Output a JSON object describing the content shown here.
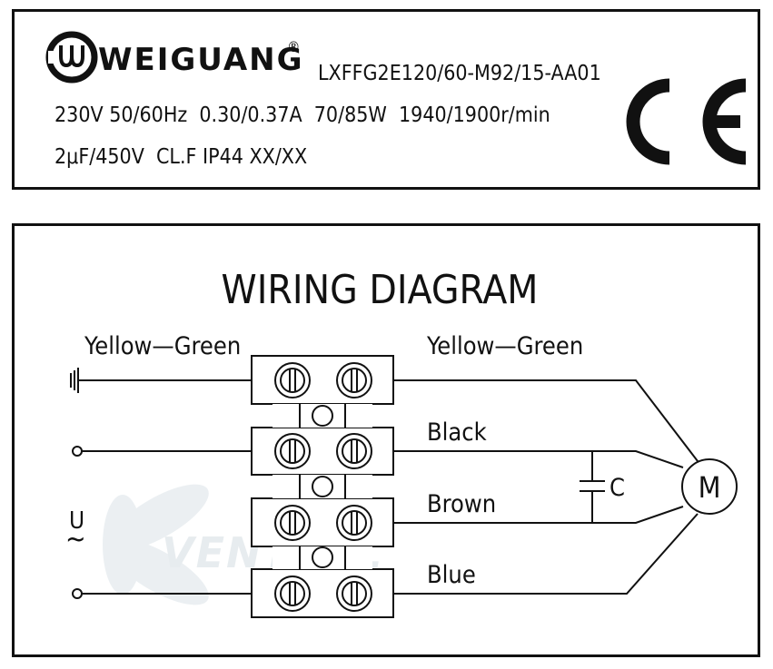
{
  "label": {
    "brand": "WEIGUANG",
    "registered_mark": "®",
    "model": "LXFFG2E120/60-M92/15-AA01",
    "spec_line_1": "230V 50/60Hz  0.30/0.37A  70/85W  1940/1900r/min",
    "spec_line_2": "2μF/450V  CL.F IP44 XX/XX",
    "certification": "CE"
  },
  "diagram": {
    "title": "WIRING  DIAGRAM",
    "left_ground_label": "Yellow—Green",
    "supply_symbol_u": "U",
    "supply_symbol_ac": "~",
    "right_wires": [
      "Yellow—Green",
      "Black",
      "Brown",
      "Blue"
    ],
    "capacitor_label": "C",
    "motor_label": "M"
  },
  "watermark": "VENTTEL",
  "colors": {
    "ink": "#111111",
    "background": "#ffffff",
    "watermark": "#dfe6ea"
  }
}
